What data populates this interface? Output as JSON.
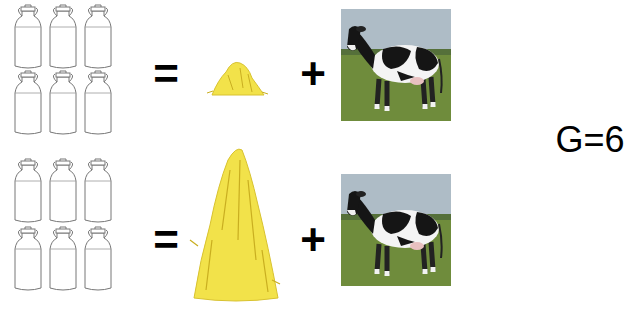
{
  "diagram": {
    "labels": [
      "=",
      "+",
      "G=6",
      "=",
      "+"
    ]
  }
}
